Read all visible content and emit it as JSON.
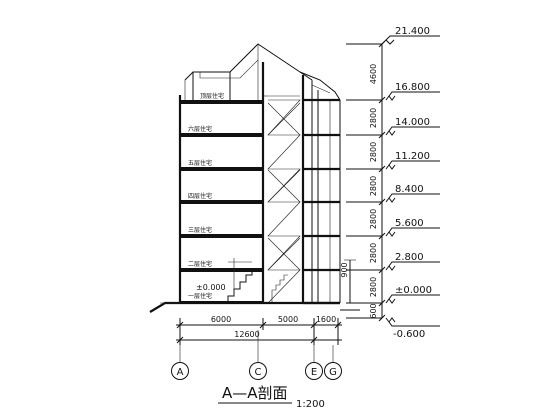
{
  "title": "A—A剖面",
  "scale": "1:200",
  "elevations": [
    "21.400",
    "16.800",
    "14.000",
    "11.200",
    "8.400",
    "5.600",
    "2.800",
    "±0.000",
    "-0.600"
  ],
  "vertical_dims": [
    "4600",
    "2800",
    "2800",
    "2800",
    "2800",
    "2800",
    "2800",
    "600"
  ],
  "stair_dim": "900",
  "inner_ground_label": "±0.000",
  "floor_labels": [
    "顶层住宅",
    "六层住宅",
    "五层住宅",
    "四层住宅",
    "三层住宅",
    "二层住宅",
    "一层住宅"
  ],
  "horizontal_dims": [
    "6000",
    "5000",
    "1600"
  ],
  "total_dim": "12600",
  "axes": [
    "A",
    "C",
    "E",
    "G"
  ]
}
